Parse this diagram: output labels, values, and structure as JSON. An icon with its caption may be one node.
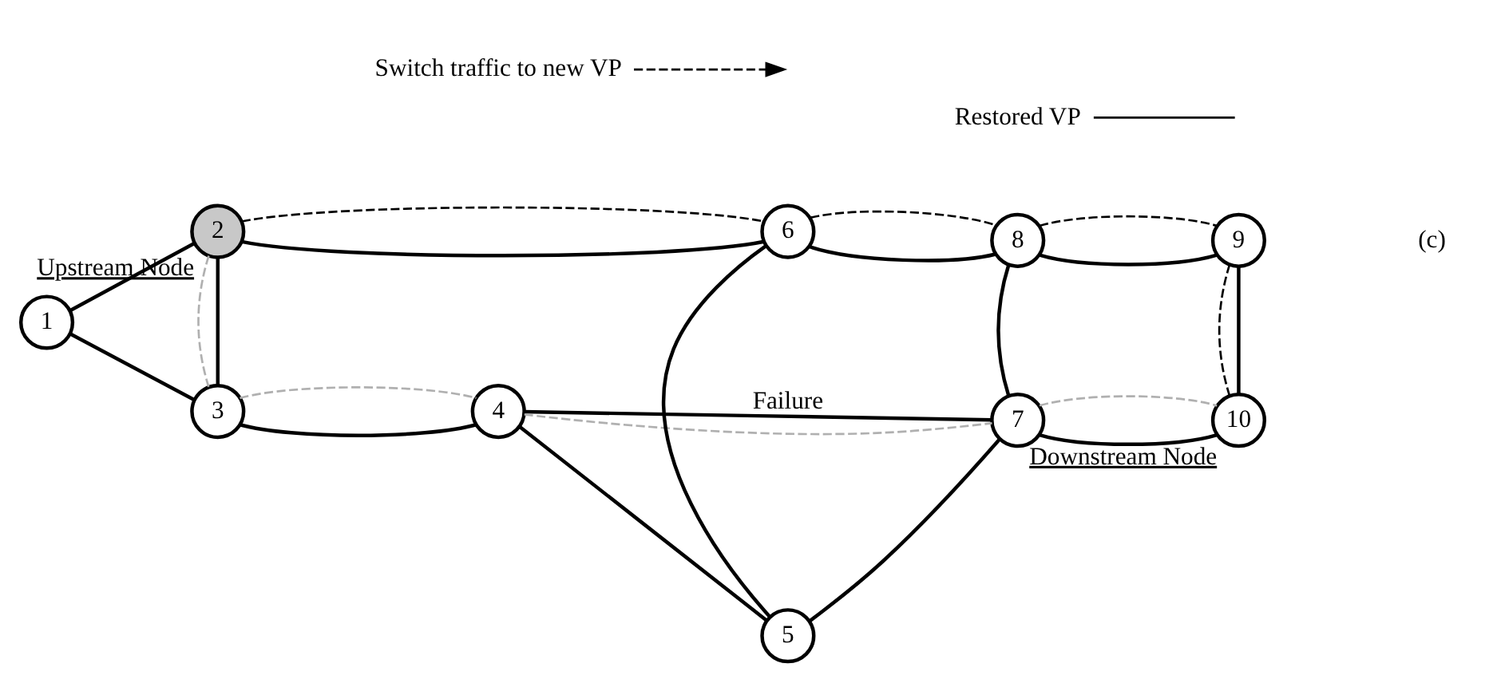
{
  "diagram": {
    "nodes": [
      {
        "text": [
          "1"
        ]
      },
      {
        "text": [
          "2"
        ],
        "beside": [
          "Upstream Node"
        ]
      },
      {
        "text": [
          "3"
        ]
      },
      {
        "text": [
          "4"
        ]
      },
      {
        "text": [
          "5"
        ]
      },
      {
        "text": [
          "6"
        ]
      },
      {
        "text": [
          "7"
        ]
      },
      {
        "text": [
          "8"
        ]
      },
      {
        "text": [
          "9"
        ]
      },
      {
        "text": [
          "10"
        ],
        "beside": [
          "Downstream Node"
        ]
      },
      {
        "text": [
          "Switch traffic to new VP"
        ]
      },
      {
        "text": [
          "Restored VP"
        ]
      }
    ],
    "edges": [
      {
        "from": 0,
        "to": 1,
        "arrow": "none"
      },
      {
        "from": 0,
        "to": 2,
        "arrow": "none"
      },
      {
        "from": 1,
        "to": 2,
        "arrow": "none"
      },
      {
        "from": 1,
        "to": 5,
        "arrow": "none"
      },
      {
        "from": 2,
        "to": 3,
        "arrow": "none"
      },
      {
        "from": 3,
        "to": 4,
        "arrow": "none"
      },
      {
        "from": 3,
        "to": 6,
        "arrow": "none",
        "label": "Failure"
      },
      {
        "from": 4,
        "to": 5,
        "arrow": "none"
      },
      {
        "from": 4,
        "to": 6,
        "arrow": "none"
      },
      {
        "from": 5,
        "to": 7,
        "arrow": "none"
      },
      {
        "from": 6,
        "to": 7,
        "arrow": "none"
      },
      {
        "from": 6,
        "to": 9,
        "arrow": "none"
      },
      {
        "from": 7,
        "to": 8,
        "arrow": "none"
      },
      {
        "from": 8,
        "to": 9,
        "arrow": "none"
      },
      {
        "from": 1,
        "to": 5,
        "arrow": "none",
        "style": "dashed"
      },
      {
        "from": 5,
        "to": 7,
        "arrow": "none",
        "style": "dashed"
      },
      {
        "from": 7,
        "to": 8,
        "arrow": "none",
        "style": "dashed"
      },
      {
        "from": 8,
        "to": 9,
        "arrow": "none",
        "style": "dashed"
      },
      {
        "from": 1,
        "to": 2,
        "arrow": "none",
        "style": "dashed",
        "color": "#b0b0b0"
      },
      {
        "from": 2,
        "to": 3,
        "arrow": "none",
        "style": "dashed",
        "color": "#b0b0b0"
      },
      {
        "from": 3,
        "to": 6,
        "arrow": "none",
        "style": "dashed",
        "color": "#b0b0b0"
      },
      {
        "from": 6,
        "to": 9,
        "arrow": "none",
        "style": "dashed",
        "color": "#b0b0b0"
      },
      {
        "from": 10,
        "to": null,
        "arrow": "to",
        "style": "dashed"
      },
      {
        "from": 11,
        "to": null,
        "arrow": "none"
      }
    ],
    "labels": [
      "(c)"
    ]
  }
}
